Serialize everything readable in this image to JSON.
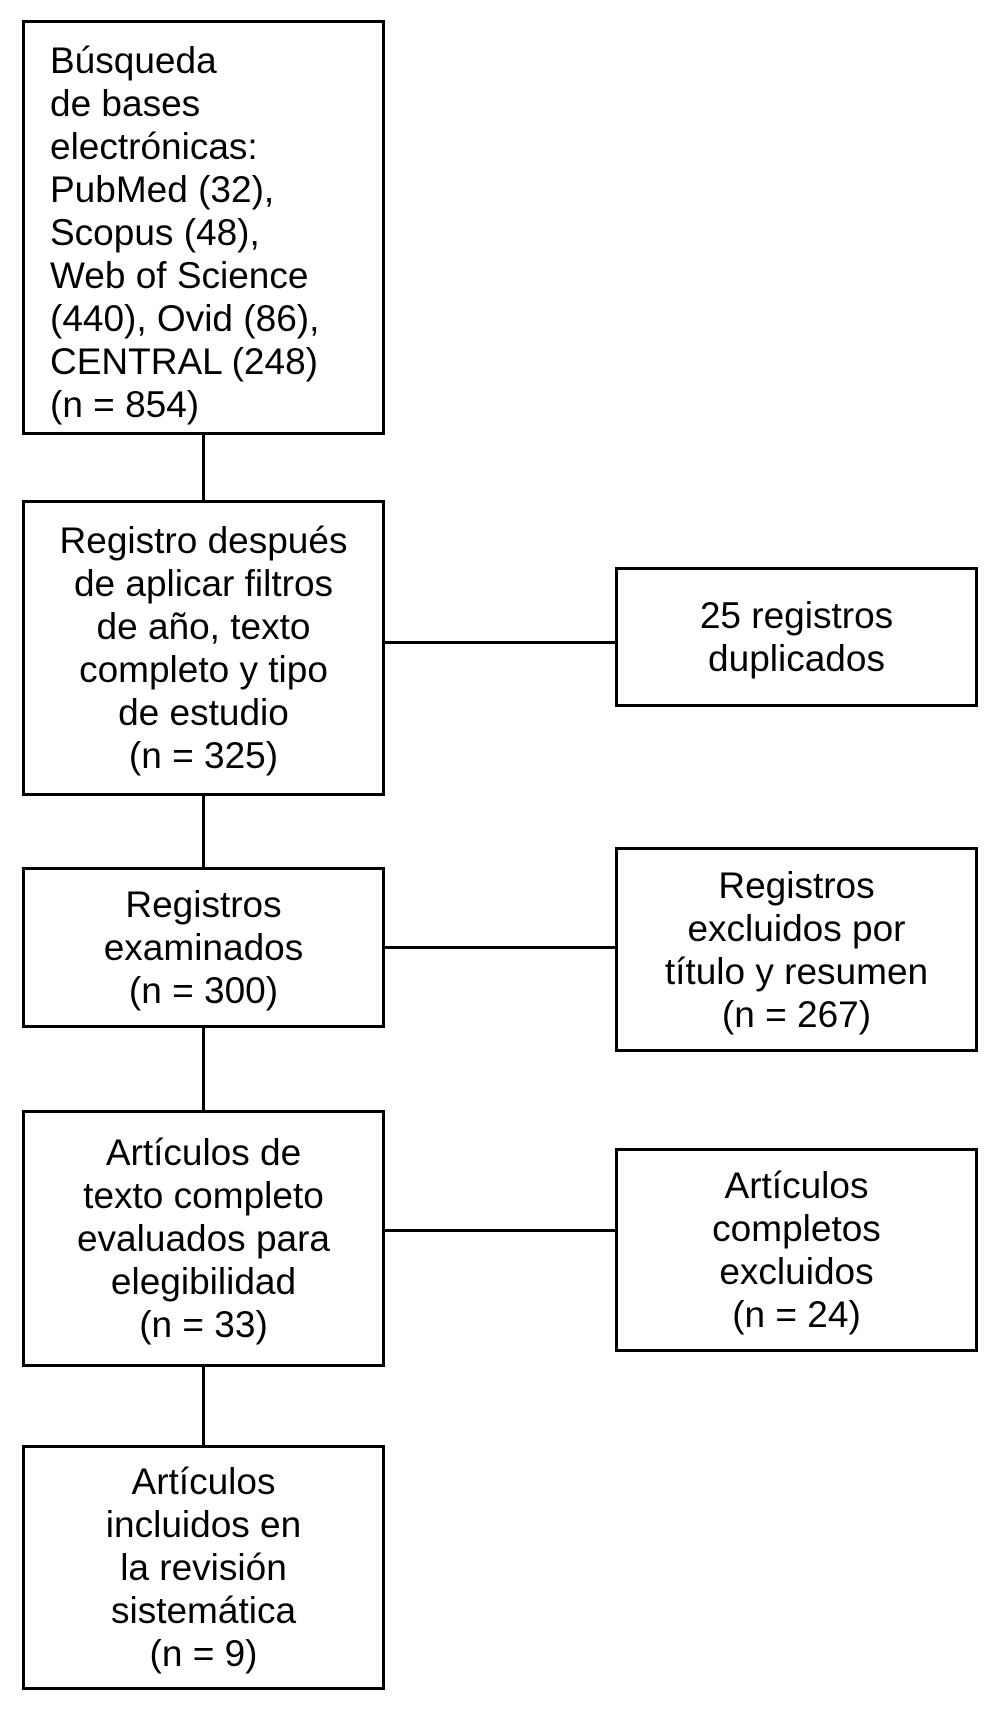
{
  "diagram": {
    "type": "flowchart",
    "language": "es",
    "colors": {
      "background": "#ffffff",
      "box_fill": "#ffffff",
      "box_border": "#000000",
      "text": "#000000",
      "line": "#000000"
    },
    "boxes": {
      "search": {
        "text": "Búsqueda\nde bases\nelectrónicas:\nPubMed (32),\nScopus (48),\nWeb of Science\n(440), Ovid (86),\nCENTRAL (248)\n(n = 854)",
        "n": 854,
        "sources": [
          {
            "name": "PubMed",
            "count": 32
          },
          {
            "name": "Scopus",
            "count": 48
          },
          {
            "name": "Web of Science",
            "count": 440
          },
          {
            "name": "Ovid",
            "count": 86
          },
          {
            "name": "CENTRAL",
            "count": 248
          }
        ]
      },
      "filtered": {
        "text": "Registro después\nde aplicar filtros\nde año, texto\ncompleto y tipo\nde estudio\n(n = 325)",
        "n": 325
      },
      "duplicates": {
        "text": "25 registros\nduplicados",
        "n": 25
      },
      "screened": {
        "text": "Registros\nexaminados\n(n = 300)",
        "n": 300
      },
      "excluded_title_abstract": {
        "text": "Registros\nexcluidos por\ntítulo y resumen\n(n = 267)",
        "n": 267
      },
      "fulltext_assessed": {
        "text": "Artículos de\ntexto completo\nevaluados para\nelegibilidad\n(n = 33)",
        "n": 33
      },
      "fulltext_excluded": {
        "text": "Artículos\ncompletos\nexcluidos\n(n = 24)",
        "n": 24
      },
      "included": {
        "text": "Artículos\nincluidos en\nla revisión\nsistemática\n(n = 9)",
        "n": 9
      }
    }
  }
}
